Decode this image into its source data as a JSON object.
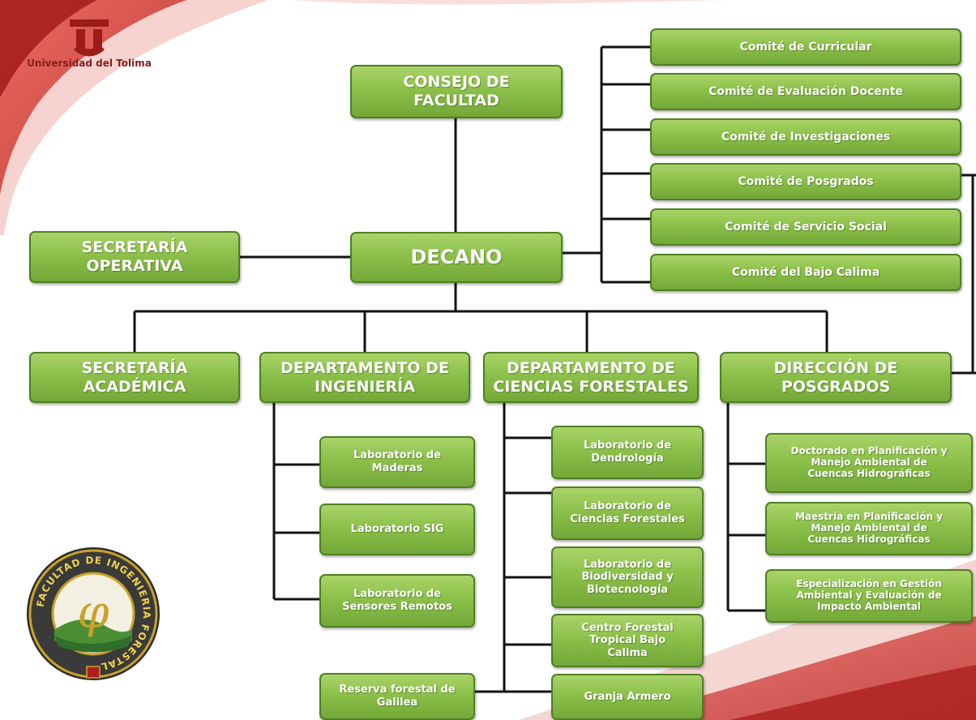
{
  "university_logo": {
    "text": "Universidad del Tolima",
    "icon": "ut-logo-icon"
  },
  "faculty_seal": {
    "text": "FACULTAD DE INGENIERIA FORESTAL",
    "icon": "faculty-seal-icon"
  },
  "nodes": {
    "consejo": "CONSEJO DE\nFACULTAD",
    "decano": "DECANO",
    "secretaria_operativa": "SECRETARÍA\nOPERATIVA",
    "committees": [
      "Comité de Curricular",
      "Comité de Evaluación Docente",
      "Comité de Investigaciones",
      "Comité de Posgrados",
      "Comité de Servicio Social",
      "Comité del Bajo Calima"
    ],
    "secretaria_academica": "SECRETARÍA\nACADÉMICA",
    "dep_ingenieria": "DEPARTAMENTO  DE\nINGENIERÍA",
    "dep_ciencias": "DEPARTAMENTO DE\nCIENCIAS FORESTALES",
    "dir_posgrados": "DIRECCIÓN DE\nPOSGRADOS",
    "ingenieria_labs": [
      "Laboratorio de\nMaderas",
      "Laboratorio SIG",
      "Laboratorio de\nSensores Remotos"
    ],
    "reserva": "Reserva forestal de\nGalilea",
    "ciencias_labs": [
      "Laboratorio de\nDendrología",
      "Laboratorio de\nCiencias Forestales",
      "Laboratorio de\nBiodiversidad y\nBiotecnología",
      "Centro Forestal\nTropical  Bajo\nCalima",
      "Granja Armero"
    ],
    "posgrados_programs": [
      "Doctorado en Planificación y\nManejo Ambiental de\nCuencas Hidrográficas",
      "Maestría en Planificación y\nManejo Ambiental de\nCuencas Hidrográficas",
      "Especialización  en Gestión\nAmbiental y Evaluación de\nImpacto Ambiental"
    ]
  },
  "colors": {
    "box_fill": "#8cc04a",
    "box_border": "#4f7f22",
    "connector": "#111111",
    "accent_red": "#d0342c"
  }
}
